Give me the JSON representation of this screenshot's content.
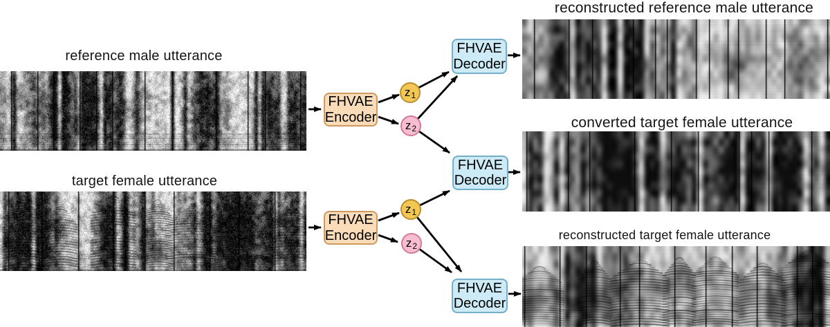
{
  "figure": {
    "description": "FHVAE voice conversion diagram",
    "colors": {
      "background": "#ffffff",
      "text": "#141414",
      "arrow": "#000000",
      "encoder_fill": "#fadcb8",
      "encoder_border": "#cf9a62",
      "decoder_fill": "#cdebf7",
      "decoder_border": "#74aec9",
      "z1_fill": "#f2c753",
      "z1_border": "#bb8d2f",
      "z2_fill": "#f9bdd1",
      "z2_border": "#d1789b"
    },
    "nodes": {
      "encoder_top": {
        "line1": "FHVAE",
        "line2": "Encoder"
      },
      "encoder_bottom": {
        "line1": "FHVAE",
        "line2": "Encoder"
      },
      "decoder_top": {
        "line1": "FHVAE",
        "line2": "Decoder"
      },
      "decoder_middle": {
        "line1": "FHVAE",
        "line2": "Decoder"
      },
      "decoder_bottom": {
        "line1": "FHVAE",
        "line2": "Decoder"
      },
      "z1_top": {
        "base": "z",
        "sub": "1"
      },
      "z2_top": {
        "base": "z",
        "sub": "2"
      },
      "z1_bottom": {
        "base": "z",
        "sub": "1"
      },
      "z2_bottom": {
        "base": "z",
        "sub": "2"
      }
    },
    "spectrograms": {
      "reference_male": {
        "title": "reference male utterance",
        "kind": "noisy",
        "fan_harmonics": false,
        "bottom_striations": true,
        "seed": 11
      },
      "target_female": {
        "title": "target female utterance",
        "kind": "noisy",
        "fan_harmonics": true,
        "bottom_striations": true,
        "seed": 23
      },
      "reconstructed_male": {
        "title": "reconstructed reference male utterance",
        "kind": "smooth",
        "fan_harmonics": false,
        "bottom_striations": false,
        "seed": 37
      },
      "converted_female": {
        "title": "converted target female utterance",
        "kind": "smooth",
        "fan_harmonics": false,
        "bottom_striations": false,
        "seed": 51
      },
      "reconstructed_female": {
        "title": "reconstructed target female utterance",
        "kind": "smooth",
        "fan_harmonics": true,
        "bottom_striations": true,
        "seed": 67
      }
    }
  }
}
